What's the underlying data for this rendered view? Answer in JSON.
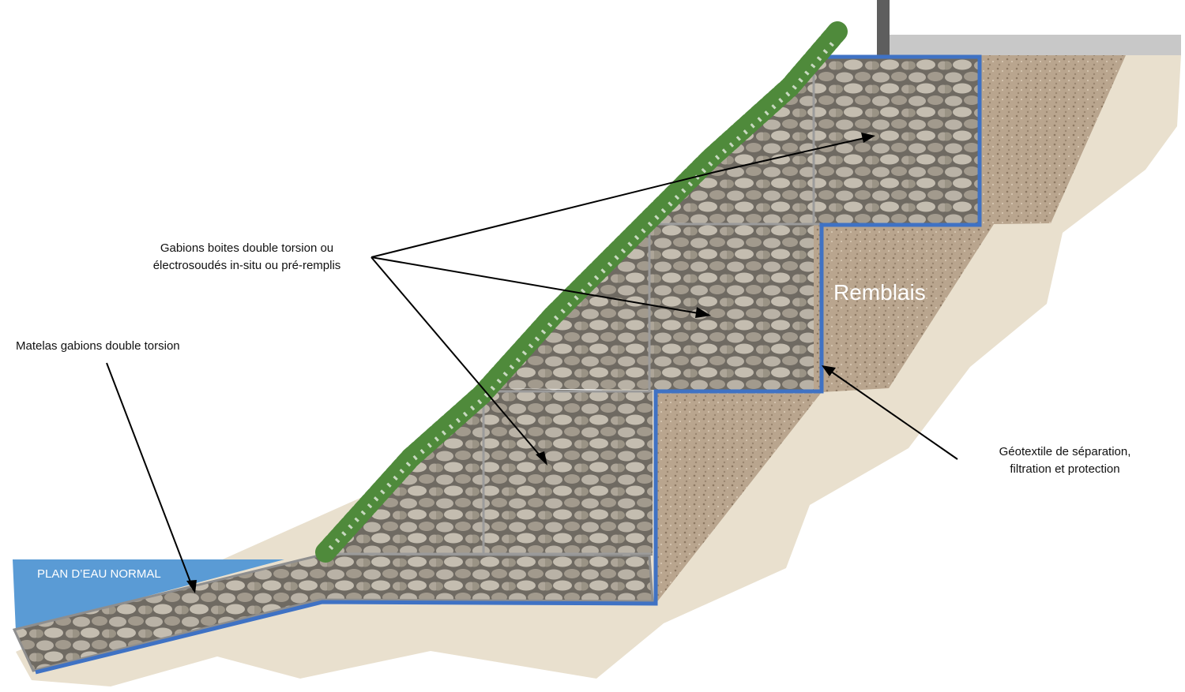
{
  "labels": {
    "gabions_line1": "Gabions boites double torsion ou",
    "gabions_line2": "électrosoudés in-situ ou pré-remplis",
    "matelas": "Matelas gabions double torsion",
    "geotextile_line1": "Géotextile de séparation,",
    "geotextile_line2": "filtration et protection",
    "remblais": "Remblais",
    "plan_eau": "PLAN D’EAU NORMAL"
  },
  "colors": {
    "soil": "#e9e0ce",
    "backfill": "#b59f86",
    "stone": "#a7a093",
    "water": "#5a9bd5",
    "geotextile": "#3f72c4",
    "grid": "#9b9b9b",
    "vegetation": "#4f8a3b",
    "road": "#c8c8c8"
  }
}
